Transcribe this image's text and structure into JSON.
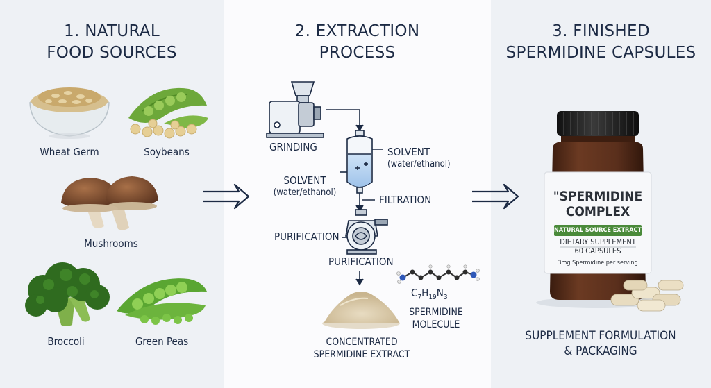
{
  "panels": {
    "sources": {
      "title_line1": "1. NATURAL",
      "title_line2": "FOOD SOURCES",
      "items": {
        "wheat_germ": "Wheat Germ",
        "soybeans": "Soybeans",
        "mushrooms": "Mushrooms",
        "broccoli": "Broccoli",
        "green_peas": "Green Peas"
      }
    },
    "extraction": {
      "title_line1": "2. EXTRACTION",
      "title_line2": "PROCESS",
      "steps": {
        "grinding": "GRINDING",
        "solvent_right": "SOLVENT",
        "solvent_right_sub": "(water/ethanol)",
        "solvent_left": "SOLVENT",
        "solvent_left_sub": "(water/ethanol)",
        "filtration": "FILTRATION",
        "purification_left": "PURIFICATION",
        "purification_below": "PURIFICATION",
        "extract_line1": "CONCENTRATED",
        "extract_line2": "SPERMIDINE EXTRACT"
      },
      "molecule": {
        "formula": "C7H19N3",
        "label_line1": "SPERMIDINE",
        "label_line2": "MOLECULE"
      }
    },
    "capsules": {
      "title_line1": "3. FINISHED",
      "title_line2": "SPERMIDINE CAPSULES",
      "bottle": {
        "name_line1": "\"SPERMIDINE",
        "name_line2": "COMPLEX",
        "banner": "NATURAL SOURCE EXTRACT",
        "line1": "DIETARY SUPPLEMENT",
        "line2": "60 CAPSULES",
        "line3": "3mg Spermidine per serving"
      },
      "caption_line1": "SUPPLEMENT FORMULATION",
      "caption_line2": "& PACKAGING"
    }
  },
  "colors": {
    "navy": "#1c2a44",
    "panel_bg": "#eef1f5",
    "bottle_amber": "#5a2f1c",
    "label_green": "#4a8a3a"
  }
}
